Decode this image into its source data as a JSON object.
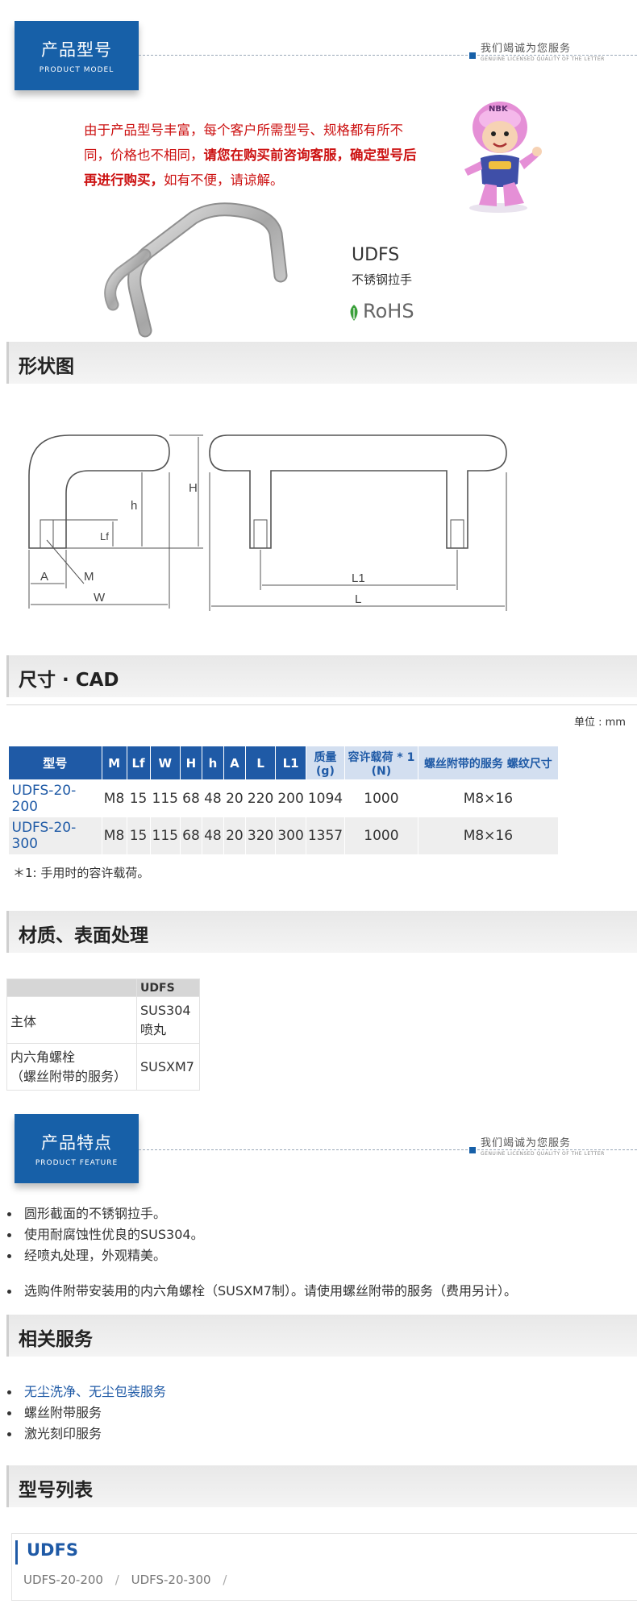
{
  "banner_model": {
    "title": "产品型号",
    "subtitle": "PRODUCT  MODEL",
    "tag": "我们竭诚为您服务",
    "tag_en": "GENUINE LICENSED QUALITY OF THE LETTER"
  },
  "notice": {
    "part1": "由于产品型号丰富，每个客户所需型号、规格都有所不同，价格也不相同，",
    "part2": "请您在购买前咨询客服，确定型号后再进行购买，",
    "part3": "如有不便，请谅解。"
  },
  "mascot": {
    "badge": "NBK"
  },
  "product": {
    "code": "UDFS",
    "name": "不锈钢拉手",
    "rohs": "RoHS"
  },
  "section_shape": {
    "title": "形状图"
  },
  "drawing": {
    "labels": {
      "H": "H",
      "h": "h",
      "Lf": "Lf",
      "A": "A",
      "M": "M",
      "W": "W",
      "L1": "L1",
      "L": "L"
    }
  },
  "section_cad": {
    "title": "尺寸 · CAD",
    "unit": "单位 : mm"
  },
  "spec_table": {
    "headers": [
      "型号",
      "M",
      "Lf",
      "W",
      "H",
      "h",
      "A",
      "L",
      "L1",
      "质量(g)",
      "容许载荷 * 1 (N)",
      "螺丝附带的服务 螺纹尺寸"
    ],
    "rows": [
      [
        "UDFS-20-200",
        "M8",
        "15",
        "115",
        "68",
        "48",
        "20",
        "220",
        "200",
        "1094",
        "1000",
        "M8×16"
      ],
      [
        "UDFS-20-300",
        "M8",
        "15",
        "115",
        "68",
        "48",
        "20",
        "320",
        "300",
        "1357",
        "1000",
        "M8×16"
      ]
    ],
    "footnote": "＊1:   手用时的容许载荷。"
  },
  "section_material": {
    "title": "材质、表面处理"
  },
  "material_table": {
    "header": "UDFS",
    "rows": [
      {
        "label": "主体",
        "value_line1": "SUS304",
        "value_line2": "喷丸"
      },
      {
        "label_line1": "内六角螺栓",
        "label_line2": "（螺丝附带的服务）",
        "value": "SUSXM7"
      }
    ]
  },
  "banner_feature": {
    "title": "产品特点",
    "subtitle": "PRODUCT  FEATURE",
    "tag": "我们竭诚为您服务",
    "tag_en": "GENUINE LICENSED QUALITY OF THE LETTER"
  },
  "features": [
    "圆形截面的不锈钢拉手。",
    "使用耐腐蚀性优良的SUS304。",
    "经喷丸处理，外观精美。"
  ],
  "feature_note": "选购件附带安装用的内六角螺栓（SUSXM7制）。请使用螺丝附带的服务（费用另计）。",
  "section_related": {
    "title": "相关服务"
  },
  "related": [
    "无尘洗净、无尘包装服务",
    "螺丝附带服务",
    "激光刻印服务"
  ],
  "section_models": {
    "title": "型号列表"
  },
  "model_list": {
    "title": "UDFS",
    "items": [
      "UDFS-20-200",
      "UDFS-20-300"
    ],
    "separator": "/"
  },
  "colors": {
    "brand_blue": "#1760a8",
    "link_blue": "#1f5aa6",
    "notice_red": "#cc1111",
    "rohs_green": "#3aa03a"
  }
}
